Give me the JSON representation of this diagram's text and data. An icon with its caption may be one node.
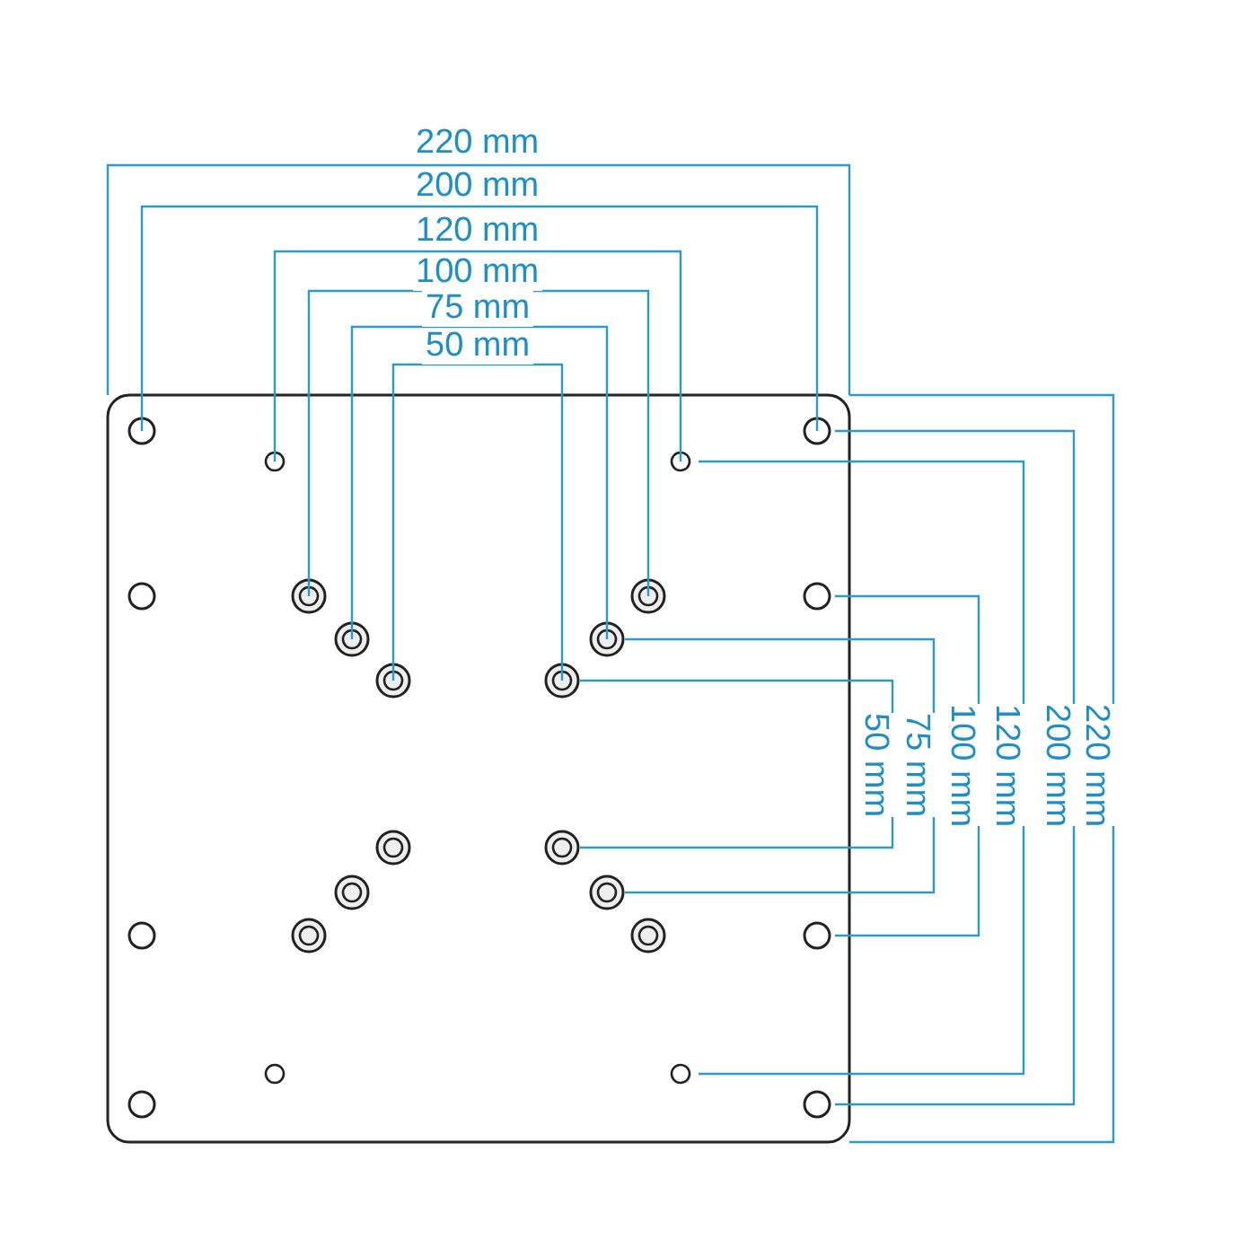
{
  "diagram": {
    "labels": [
      "220 mm",
      "200 mm",
      "120 mm",
      "100 mm",
      "75 mm",
      "50 mm",
      "50 mm",
      "75 mm",
      "100 mm",
      "120 mm",
      "200 mm",
      "220 mm"
    ]
  }
}
